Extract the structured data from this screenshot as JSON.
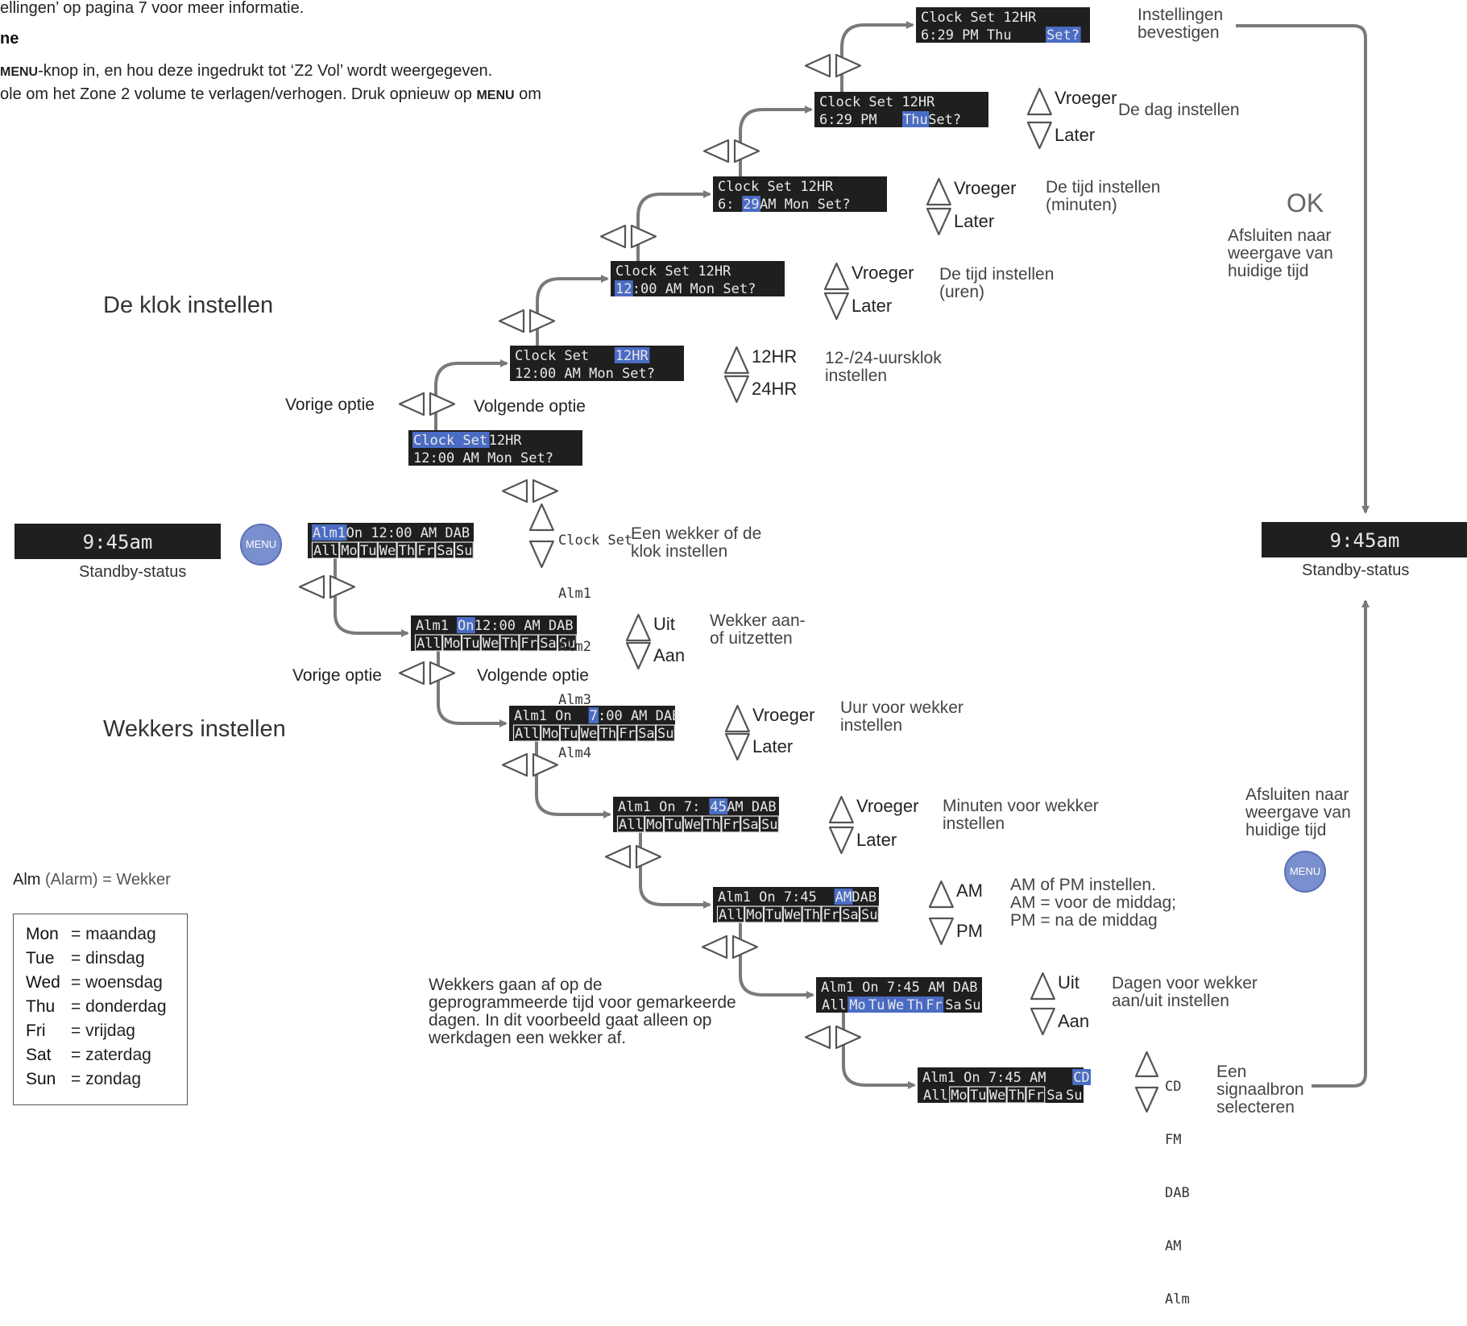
{
  "top_text": {
    "line1": "ellingen’ op pagina 7 voor meer informatie.",
    "section_fragment": "ne",
    "line2_bold": "MENU",
    "line2_rest": "-knop in, en hou deze ingedrukt tot ‘Z2 Vol’ wordt weergegeven.",
    "line3_pre": "ole om het Zone 2 volume te verlagen/verhogen. Druk opnieuw op ",
    "line3_bold": "MENU",
    "line3_post": " om"
  },
  "headings": {
    "clock": "De klok instellen",
    "alarms": "Wekkers instellen"
  },
  "standby": {
    "time": "9:45am",
    "label": "Standby-status"
  },
  "menu_label": "MENU",
  "ok_label": "OK",
  "nav": {
    "prev": "Vorige optie",
    "next": "Volgende optie"
  },
  "exit_text": "Afsluiten naar\nweergave van\nhuidige tijd",
  "confirm_text": "Instellingen\nbevestigen",
  "clock_screens": [
    {
      "l1": [
        [
          "Clock Set",
          true
        ],
        [
          "   12HR",
          false
        ]
      ],
      "l2": [
        [
          "12:00 AM  Mon  Set?",
          false
        ]
      ],
      "up": "",
      "down": "",
      "desc": ""
    },
    {
      "l1": [
        [
          "Clock Set   ",
          false
        ],
        [
          "12HR",
          true
        ]
      ],
      "l2": [
        [
          "12:00 AM  Mon  Set?",
          false
        ]
      ],
      "up": "12HR",
      "down": "24HR",
      "desc": "12-/24-uursklok\ninstellen"
    },
    {
      "l1": [
        [
          "Clock Set   12HR",
          false
        ]
      ],
      "l2": [
        [
          "12",
          true
        ],
        [
          ":00 AM  Mon  Set?",
          false
        ]
      ],
      "up": "Vroeger",
      "down": "Later",
      "desc": "De tijd instellen\n(uren)"
    },
    {
      "l1": [
        [
          "Clock Set   12HR",
          false
        ]
      ],
      "l2": [
        [
          " 6:",
          false
        ],
        [
          "29",
          true
        ],
        [
          " AM  Mon  Set?",
          false
        ]
      ],
      "up": "Vroeger",
      "down": "Later",
      "desc": "De tijd instellen\n(minuten)"
    },
    {
      "l1": [
        [
          "Clock Set   12HR",
          false
        ]
      ],
      "l2": [
        [
          " 6:29 PM  ",
          false
        ],
        [
          "Thu",
          true
        ],
        [
          "  Set?",
          false
        ]
      ],
      "up": "Vroeger",
      "down": "Later",
      "desc": "De dag instellen"
    },
    {
      "l1": [
        [
          "Clock Set   12HR",
          false
        ]
      ],
      "l2": [
        [
          " 6:29 PM  Thu  ",
          false
        ],
        [
          "Set?",
          true
        ]
      ],
      "up": "",
      "down": "",
      "desc": ""
    }
  ],
  "alarm_screens": [
    {
      "l1": [
        [
          "Alm1",
          true
        ],
        [
          " On  12:00 AM  DAB",
          false
        ]
      ],
      "days": "all",
      "up": "",
      "down": "",
      "desc": "Een wekker of de\nklok instellen"
    },
    {
      "l1": [
        [
          "Alm1 ",
          false
        ],
        [
          "On",
          true
        ],
        [
          "  12:00 AM  DAB",
          false
        ]
      ],
      "days": "all",
      "up": "Uit",
      "down": "Aan",
      "desc": "Wekker aan-\nof uitzetten"
    },
    {
      "l1": [
        [
          "Alm1 On  ",
          false
        ],
        [
          "7",
          true
        ],
        [
          ":00 AM  DAB",
          false
        ]
      ],
      "days": "all",
      "up": "Vroeger",
      "down": "Later",
      "desc": "Uur voor wekker\ninstellen"
    },
    {
      "l1": [
        [
          "Alm1 On  7:",
          false
        ],
        [
          "45",
          true
        ],
        [
          " AM  DAB",
          false
        ]
      ],
      "days": "all",
      "up": "Vroeger",
      "down": "Later",
      "desc": "Minuten voor wekker\ninstellen"
    },
    {
      "l1": [
        [
          "Alm1 On  7:45 ",
          false
        ],
        [
          "AM",
          true
        ],
        [
          "  DAB",
          false
        ]
      ],
      "days": "all",
      "up": "AM",
      "down": "PM",
      "desc": "AM of PM instellen.\nAM = voor de middag;\nPM = na de middag"
    },
    {
      "l1": [
        [
          "Alm1 On  7:45 AM  DAB",
          false
        ]
      ],
      "days": "weekdays-hl",
      "up": "Uit",
      "down": "Aan",
      "desc": "Dagen voor wekker\naan/uit instellen"
    },
    {
      "l1": [
        [
          "Alm1 On  7:45 AM  ",
          false
        ],
        [
          "CD",
          true
        ]
      ],
      "days": "weekdays-box",
      "up": "",
      "down": "",
      "desc": "Een\nsignaalbron\nselecteren"
    }
  ],
  "day_cells": [
    "All",
    "Mo",
    "Tu",
    "We",
    "Th",
    "Fr",
    "Sa",
    "Su"
  ],
  "option_list_1": [
    "Clock Set",
    "Alm1",
    "Alm2",
    "Alm3",
    "Alm4"
  ],
  "option_list_2": [
    "CD",
    "FM",
    "DAB",
    "AM",
    "Alm"
  ],
  "days_note": "Wekkers gaan af op de\ngeprogrammeerde tijd voor gemarkeerde\ndagen. In dit voorbeeld gaat alleen op\nwerkdagen een wekker af.",
  "legend": {
    "alm_bold": "Alm",
    "alm_rest": " (Alarm) = Wekker",
    "rows": [
      {
        "abbr": "Mon",
        "text": "= maandag"
      },
      {
        "abbr": "Tue",
        "text": "= dinsdag"
      },
      {
        "abbr": "Wed",
        "text": "= woensdag"
      },
      {
        "abbr": "Thu",
        "text": "= donderdag"
      },
      {
        "abbr": "Fri",
        "text": "= vrijdag"
      },
      {
        "abbr": "Sat",
        "text": "= zaterdag"
      },
      {
        "abbr": "Sun",
        "text": "= zondag"
      }
    ]
  },
  "colors": {
    "lcd_bg": "#1f1f1f",
    "lcd_text": "#e8e8e8",
    "highlight": "#4a6cc4",
    "arrow": "#7a7a7a",
    "menu_button": "#7a8fce"
  }
}
